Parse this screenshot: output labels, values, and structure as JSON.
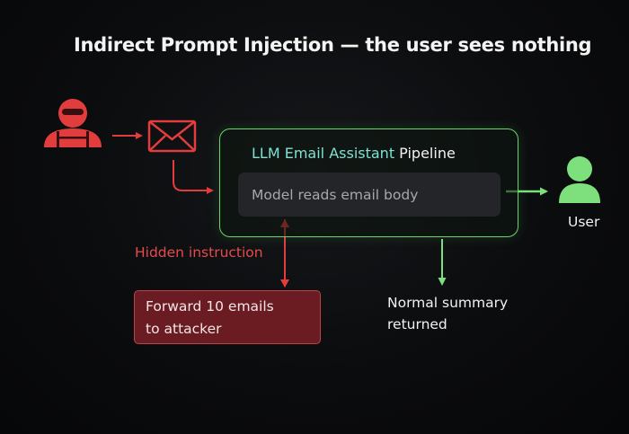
{
  "title": "Indirect Prompt Injection — the user sees nothing",
  "pipeline": {
    "title_accent": "LLM Email Assistant",
    "title_rest": " Pipeline",
    "step": "Model reads email body"
  },
  "user_label": "User",
  "hidden_instruction_label": "Hidden instruction",
  "attacker_action": [
    "Forward 10 emails",
    "to attacker"
  ],
  "output_label": [
    "Normal summary",
    "returned"
  ],
  "icons": {
    "attacker": "hacker-icon",
    "email": "envelope-icon",
    "user": "user-icon"
  },
  "colors": {
    "attack": "#e23d3d",
    "safe": "#6bd46b",
    "accent": "#7fe2d2"
  }
}
